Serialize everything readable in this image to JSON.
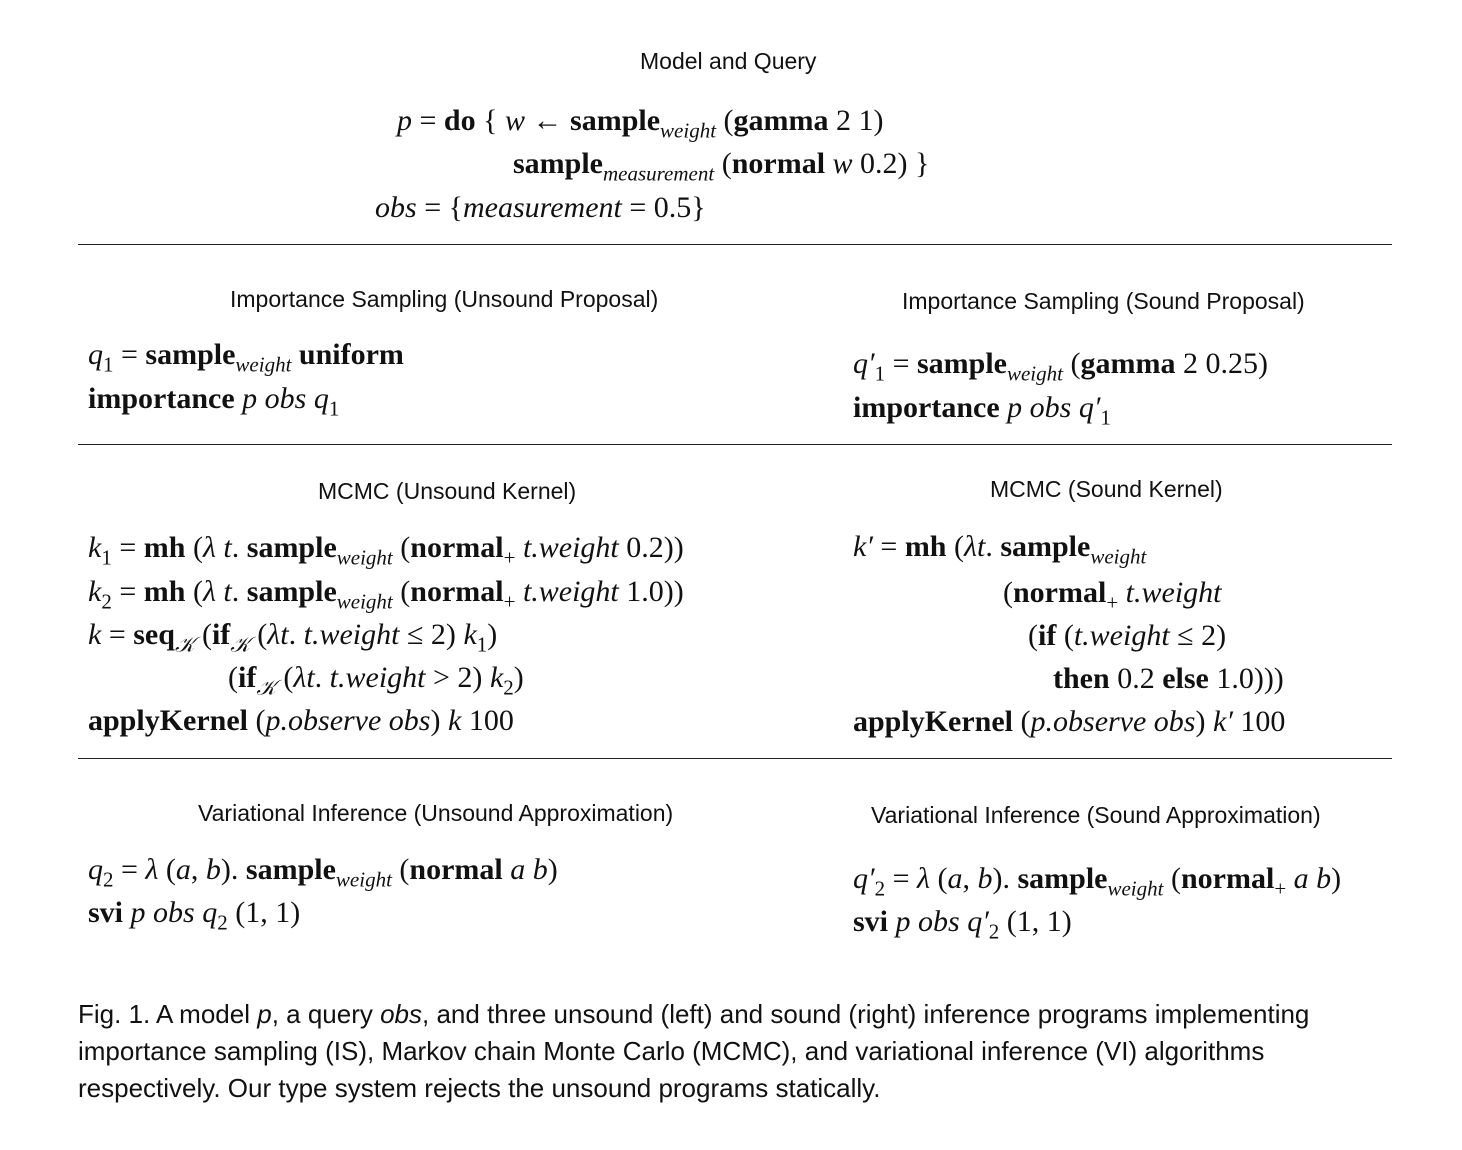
{
  "headings": {
    "model": "Model and Query",
    "is_unsound": "Importance Sampling (Unsound Proposal)",
    "is_sound": "Importance Sampling (Sound Proposal)",
    "mcmc_unsound": "MCMC (Unsound Kernel)",
    "mcmc_sound": "MCMC (Sound Kernel)",
    "vi_unsound": "Variational Inference (Unsound Approximation)",
    "vi_sound": "Variational Inference (Sound Approximation)"
  },
  "model": {
    "line1": [
      "p",
      " = ",
      "do",
      " { ",
      "w",
      " ← ",
      "sample",
      "weight",
      " (",
      "gamma",
      " 2 1)"
    ],
    "line2": [
      "sample",
      "measurement",
      " (",
      "normal",
      " ",
      "w",
      " 0.2) }"
    ],
    "line3": [
      "obs",
      " = {",
      "measurement",
      " = 0.5}"
    ]
  },
  "is_unsound": {
    "line1": [
      "q",
      "1",
      " = ",
      "sample",
      "weight",
      " ",
      "uniform"
    ],
    "line2": [
      "importance",
      " ",
      "p",
      " ",
      "obs",
      " ",
      "q",
      "1"
    ]
  },
  "is_sound": {
    "line1": [
      "q′",
      "1",
      " = ",
      "sample",
      "weight",
      " (",
      "gamma",
      " 2 0.25)"
    ],
    "line2": [
      "importance",
      " ",
      "p",
      " ",
      "obs",
      " ",
      "q′",
      "1"
    ]
  },
  "mcmc_unsound": {
    "line1": [
      "k",
      "1",
      " = ",
      "mh",
      " (",
      "λ t",
      ". ",
      "sample",
      "weight",
      " (",
      "normal",
      "+",
      " ",
      "t.weight",
      " 0.2))"
    ],
    "line2": [
      "k",
      "2",
      " = ",
      "mh",
      " (",
      "λ t",
      ". ",
      "sample",
      "weight",
      " (",
      "normal",
      "+",
      " ",
      "t.weight",
      " 1.0))"
    ],
    "line3": [
      "k",
      " = ",
      "seq",
      "𝒦",
      " (",
      "if",
      "𝒦",
      " (",
      "λt",
      ". ",
      "t.weight",
      " ≤ 2) ",
      "k",
      "1",
      ")"
    ],
    "line4": [
      "(",
      "if",
      "𝒦",
      " (",
      "λt",
      ". ",
      "t.weight",
      " > 2) ",
      "k",
      "2",
      ")"
    ],
    "line5": [
      "applyKernel",
      " (",
      "p.observe obs",
      ") ",
      "k",
      " 100"
    ]
  },
  "mcmc_sound": {
    "line1": [
      "k′",
      " = ",
      "mh",
      " (",
      "λt",
      ". ",
      "sample",
      "weight"
    ],
    "line2": [
      "(",
      "normal",
      "+",
      " ",
      "t.weight"
    ],
    "line3": [
      "(",
      "if",
      " (",
      "t.weight",
      " ≤ 2)"
    ],
    "line4": [
      "then",
      " 0.2 ",
      "else",
      " 1.0)))"
    ],
    "line5": [
      "applyKernel",
      " (",
      "p.observe obs",
      ") ",
      "k′",
      " 100"
    ]
  },
  "vi_unsound": {
    "line1": [
      "q",
      "2",
      " = ",
      "λ",
      " (",
      "a",
      ", ",
      "b",
      "). ",
      "sample",
      "weight",
      " (",
      "normal",
      " ",
      "a b",
      ")"
    ],
    "line2": [
      "svi",
      " ",
      "p",
      " ",
      "obs",
      " ",
      "q",
      "2",
      " (1, 1)"
    ]
  },
  "vi_sound": {
    "line1": [
      "q′",
      "2",
      " = ",
      "λ",
      " (",
      "a",
      ", ",
      "b",
      "). ",
      "sample",
      "weight",
      " (",
      "normal",
      "+",
      " ",
      "a b",
      ")"
    ],
    "line2": [
      "svi",
      " ",
      "p",
      " ",
      "obs",
      " ",
      "q′",
      "2",
      " (1, 1)"
    ]
  },
  "caption": {
    "prefix": "Fig. 1.  A model ",
    "p": "p",
    "mid1": ", a query ",
    "obs": "obs",
    "rest": ", and three unsound (left) and sound (right) inference programs implementing importance sampling (IS), Markov chain Monte Carlo (MCMC), and variational inference (VI) algorithms respectively. Our type system rejects the unsound programs statically."
  }
}
